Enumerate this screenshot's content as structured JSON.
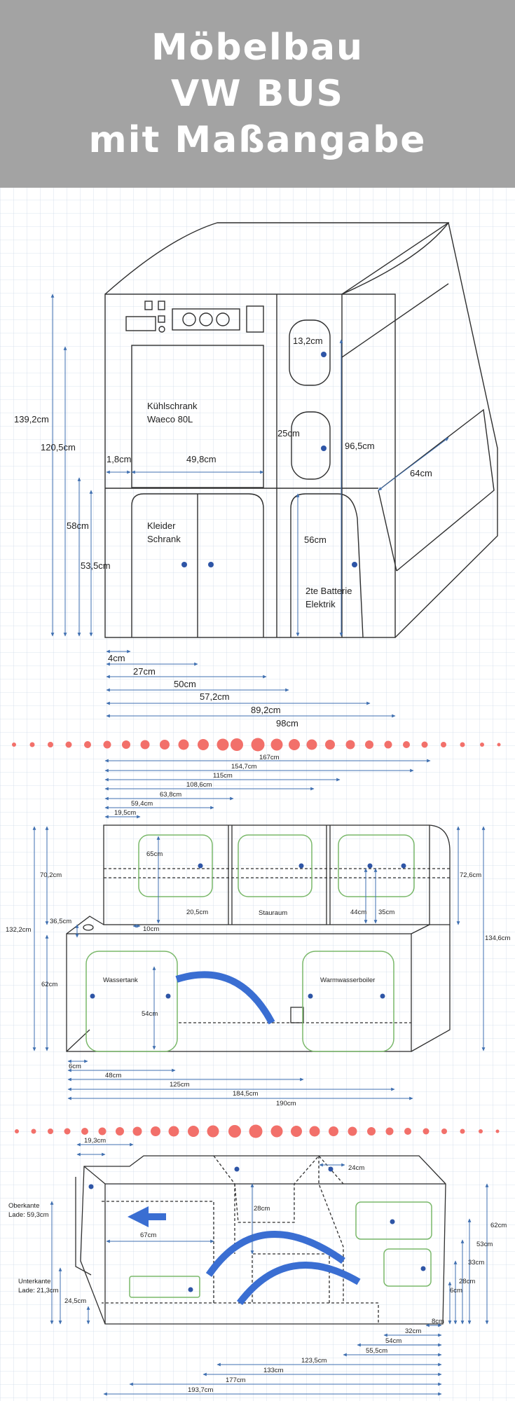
{
  "title_lines": [
    "Möbelbau",
    "VW BUS",
    "mit Maßangabe"
  ],
  "colors": {
    "banner_bg": "#a3a3a3",
    "banner_text": "#ffffff",
    "grid": "#c9d6e6",
    "line": "#2f2f2f",
    "dimension": "#3f6fb0",
    "dot": "#2e55a6",
    "green_outline": "#7ab86a",
    "wheel_arch": "#3a6ed2",
    "separator_dot": "#f2706a"
  },
  "section1": {
    "fridge_label_1": "Kühlschrank",
    "fridge_label_2": "Waeco 80L",
    "wardrobe_label_1": "Kleider",
    "wardrobe_label_2": "Schrank",
    "battery_label_1": "2te Batterie",
    "battery_label_2": "Elektrik",
    "dims": {
      "d13_2": "13,2cm",
      "d25": "25cm",
      "d96_5": "96,5cm",
      "d64": "64cm",
      "d1_8": "1,8cm",
      "d49_8": "49,8cm",
      "d56": "56cm",
      "d139_2": "139,2cm",
      "d120_5": "120,5cm",
      "d58": "58cm",
      "d53_5": "53,5cm",
      "d4": "4cm",
      "d27": "27cm",
      "d50": "50cm",
      "d57_2": "57,2cm",
      "d89_2": "89,2cm",
      "d98": "98cm"
    }
  },
  "section2": {
    "storage_label": "Stauraum",
    "watertank_label": "Wassertank",
    "boiler_label": "Warmwasserboiler",
    "dims": {
      "d167": "167cm",
      "d154_7": "154,7cm",
      "d115": "115cm",
      "d108_6": "108,6cm",
      "d63_8": "63,8cm",
      "d59_4": "59,4cm",
      "d19_5": "19,5cm",
      "d70_2": "70,2cm",
      "d132_2": "132,2cm",
      "d36_5": "36,5cm",
      "d62": "62cm",
      "d65": "65cm",
      "d20_5": "20,5cm",
      "d10": "10cm",
      "d54": "54cm",
      "d44": "44cm",
      "d35": "35cm",
      "d72_6": "72,6cm",
      "d134_6": "134,6cm",
      "d6": "6cm",
      "d48": "48cm",
      "d125": "125cm",
      "d184_5": "184,5cm",
      "d190": "190cm"
    }
  },
  "section3": {
    "upper_edge_label_1": "Oberkante",
    "upper_edge_label_2": "Lade: 59,3cm",
    "lower_edge_label_1": "Unterkante",
    "lower_edge_label_2": "Lade: 21,3cm",
    "dims": {
      "d19_3": "19,3cm",
      "d24": "24cm",
      "d28a": "28cm",
      "d67": "67cm",
      "d62": "62cm",
      "d53": "53cm",
      "d33": "33cm",
      "d28b": "28cm",
      "d6": "6cm",
      "d24_5": "24,5cm",
      "d8": "8cm",
      "d32": "32cm",
      "d54": "54cm",
      "d55_5": "55,5cm",
      "d123_5": "123,5cm",
      "d133": "133cm",
      "d177": "177cm",
      "d193_7": "193,7cm"
    }
  }
}
